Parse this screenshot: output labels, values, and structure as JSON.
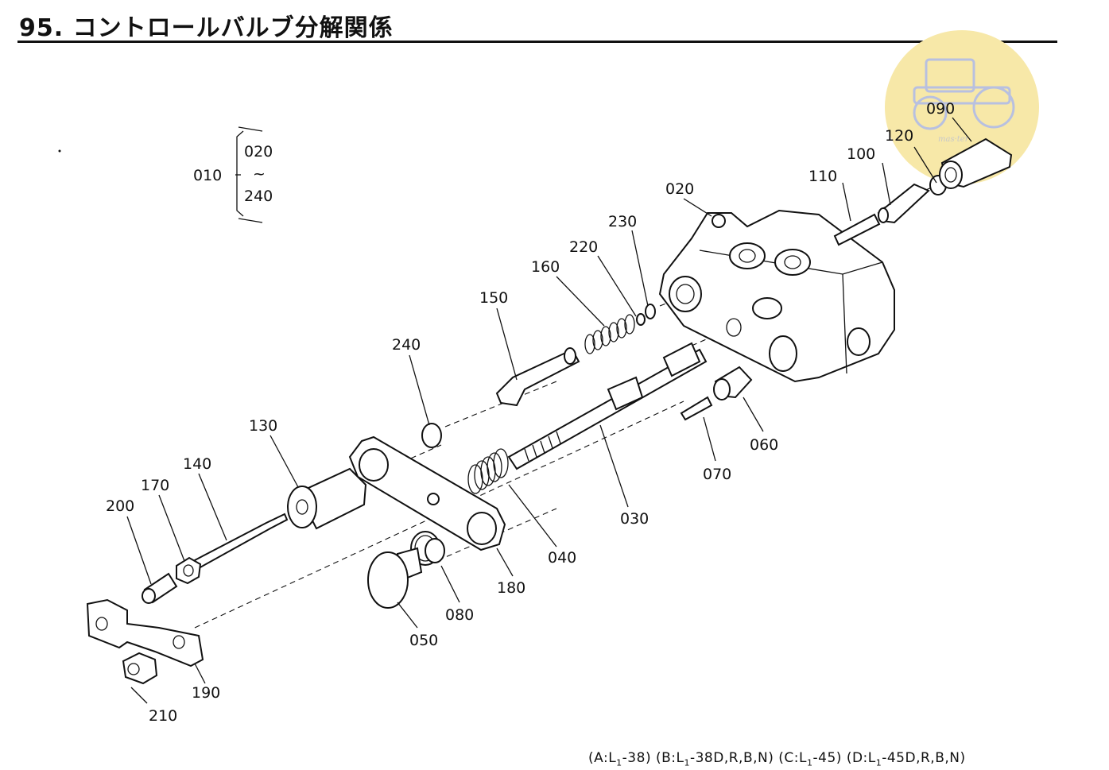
{
  "page": {
    "title": "95. コントロールバルブ分解関係",
    "footnote": [
      {
        "pre": "(A:L",
        "sub": "1",
        "post": "-38)"
      },
      {
        "pre": "(B:L",
        "sub": "1",
        "post": "-38D,R,B,N)"
      },
      {
        "pre": "(C:L",
        "sub": "1",
        "post": "-45)"
      },
      {
        "pre": "(D:L",
        "sub": "1",
        "post": "-45D,R,B,N)"
      }
    ]
  },
  "assembly": {
    "parent": "010",
    "range_from": "020",
    "range_sep": "~",
    "range_to": "240"
  },
  "parts": {
    "p020": "020",
    "p030": "030",
    "p040": "040",
    "p050": "050",
    "p060": "060",
    "p070": "070",
    "p080": "080",
    "p090": "090",
    "p100": "100",
    "p110": "110",
    "p120": "120",
    "p130": "130",
    "p140": "140",
    "p150": "150",
    "p160": "160",
    "p170": "170",
    "p180": "180",
    "p190": "190",
    "p200": "200",
    "p210": "210",
    "p220": "220",
    "p230": "230",
    "p240": "240"
  },
  "watermark": {
    "text": "mas·ter",
    "color": "#f7e8a8"
  }
}
